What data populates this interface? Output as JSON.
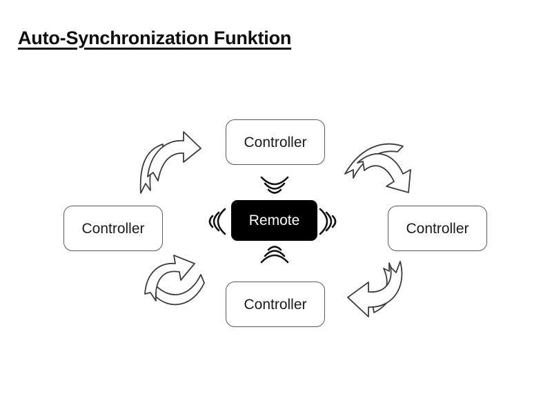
{
  "slide": {
    "title": "Auto-Synchronization Funktion",
    "background_color": "#ffffff",
    "title_color": "#0d0d0d"
  },
  "diagram": {
    "type": "hub-and-spoke radio synchronization diagram",
    "hub": {
      "label": "Remote",
      "fill_color": "#000000",
      "text_color": "#ffffff"
    },
    "spokes": [
      {
        "id": "top",
        "label": "Controller",
        "position": "top"
      },
      {
        "id": "right",
        "label": "Controller",
        "position": "right"
      },
      {
        "id": "bottom",
        "label": "Controller",
        "position": "bottom"
      },
      {
        "id": "left",
        "label": "Controller",
        "position": "left"
      }
    ],
    "node_style": {
      "fill_color": "#ffffff",
      "border_color": "#5a5a5a",
      "text_color": "#1a1a1a"
    },
    "signals": [
      {
        "id": "signal-top",
        "direction": "up",
        "arc_count": 3
      },
      {
        "id": "signal-right",
        "direction": "right",
        "arc_count": 3
      },
      {
        "id": "signal-bottom",
        "direction": "down",
        "arc_count": 3
      },
      {
        "id": "signal-left",
        "direction": "left",
        "arc_count": 3
      }
    ],
    "arrows": [
      {
        "id": "arrow-top-left",
        "from": "left",
        "to": "top",
        "points": "up-right"
      },
      {
        "id": "arrow-top-right",
        "from": "top",
        "to": "right",
        "points": "down-right"
      },
      {
        "id": "arrow-bottom-right",
        "from": "right",
        "to": "bottom",
        "points": "down-left"
      },
      {
        "id": "arrow-bottom-left",
        "from": "bottom",
        "to": "left",
        "points": "up-left"
      }
    ],
    "arrow_style": {
      "fill_color": "#ffffff",
      "stroke_color": "#3b3b3b"
    }
  }
}
